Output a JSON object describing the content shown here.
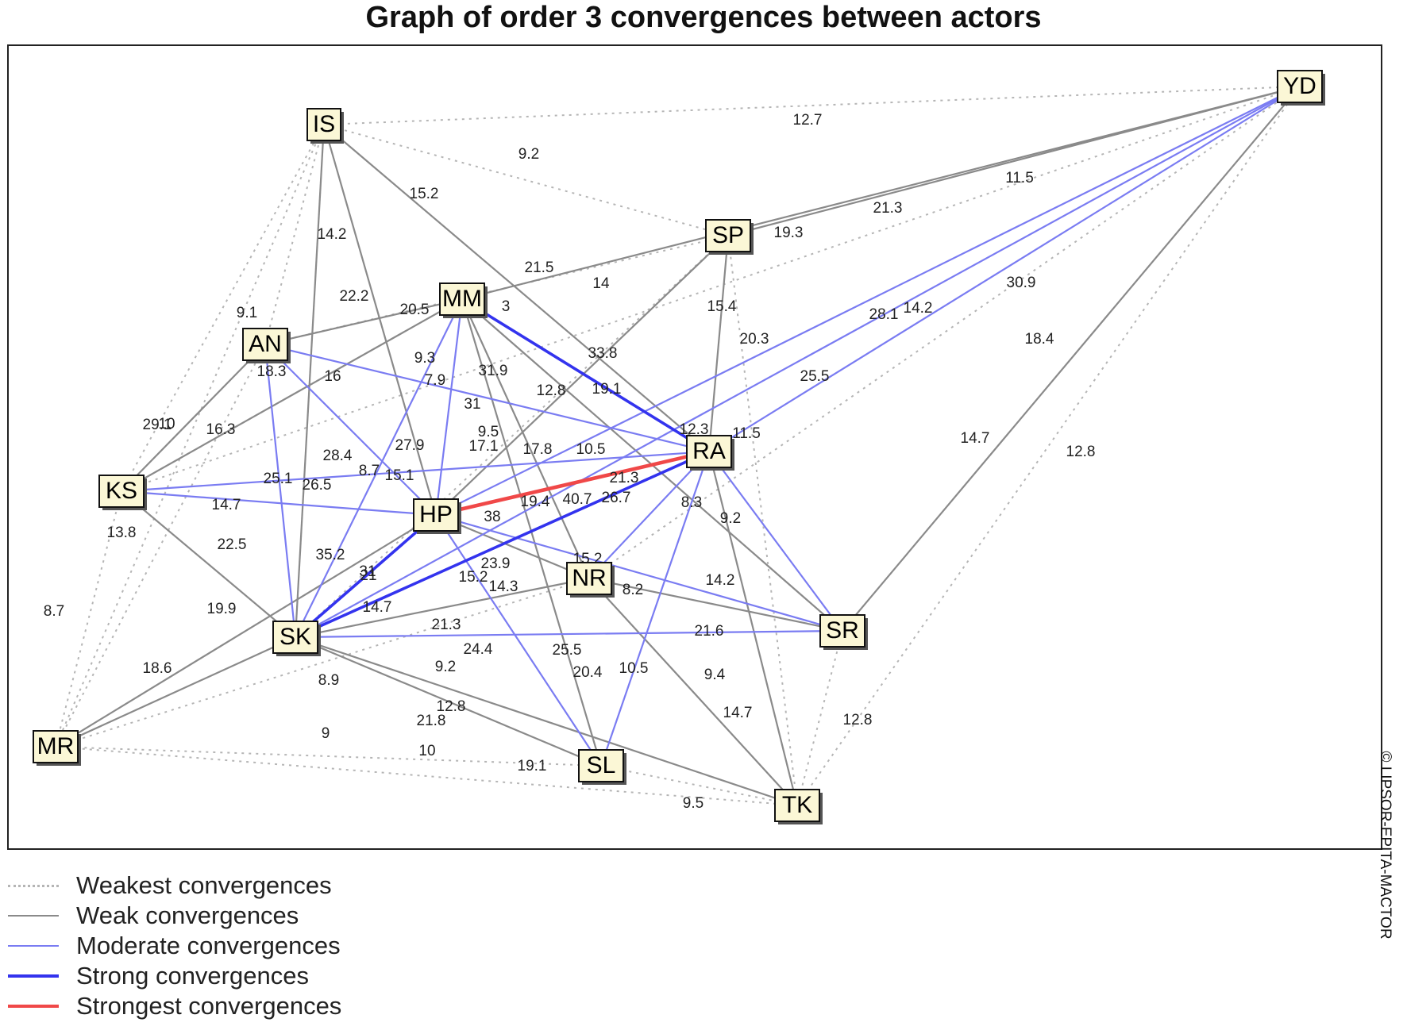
{
  "title": "Graph of order 3 convergences between actors",
  "copyright": "© LIPSOR-EPITA-MACTOR",
  "legend": [
    {
      "label": "Weakest convergences",
      "color": "#b5b5b5",
      "style": "dotted"
    },
    {
      "label": "Weak convergences",
      "color": "#8a8a8a",
      "style": "solid"
    },
    {
      "label": "Moderate convergences",
      "color": "#7a7cf2",
      "style": "solid"
    },
    {
      "label": "Strong convergences",
      "color": "#3333ee",
      "style": "solid"
    },
    {
      "label": "Strongest convergences",
      "color": "#f04848",
      "style": "solid"
    }
  ],
  "nodes": [
    "YD",
    "IS",
    "SP",
    "MM",
    "AN",
    "RA",
    "KS",
    "HP",
    "NR",
    "SR",
    "SK",
    "MR",
    "SL",
    "TK"
  ],
  "edges": [
    {
      "a": "YD",
      "b": "MM",
      "level": "weak"
    },
    {
      "a": "YD",
      "b": "SP",
      "level": "weak"
    },
    {
      "a": "YD",
      "b": "RA",
      "level": "moderate"
    },
    {
      "a": "YD",
      "b": "HP",
      "level": "moderate"
    },
    {
      "a": "YD",
      "b": "SK",
      "level": "moderate"
    },
    {
      "a": "YD",
      "b": "SR",
      "level": "weak"
    },
    {
      "a": "YD",
      "b": "IS",
      "level": "weakest"
    },
    {
      "a": "YD",
      "b": "KS",
      "level": "weakest"
    },
    {
      "a": "YD",
      "b": "TK",
      "level": "weakest"
    },
    {
      "a": "YD",
      "b": "NR",
      "level": "weakest"
    },
    {
      "a": "IS",
      "b": "SK",
      "level": "weak"
    },
    {
      "a": "IS",
      "b": "HP",
      "level": "weak"
    },
    {
      "a": "IS",
      "b": "RA",
      "level": "weak"
    },
    {
      "a": "IS",
      "b": "SP",
      "level": "weakest"
    },
    {
      "a": "IS",
      "b": "KS",
      "level": "weakest"
    },
    {
      "a": "IS",
      "b": "AN",
      "level": "weakest"
    },
    {
      "a": "IS",
      "b": "MR",
      "level": "weakest"
    },
    {
      "a": "SP",
      "b": "RA",
      "level": "weak"
    },
    {
      "a": "SP",
      "b": "HP",
      "level": "weak"
    },
    {
      "a": "SP",
      "b": "SK",
      "level": "weakest"
    },
    {
      "a": "SP",
      "b": "AN",
      "level": "weakest"
    },
    {
      "a": "SP",
      "b": "TK",
      "level": "weakest"
    },
    {
      "a": "MM",
      "b": "AN",
      "level": "weak"
    },
    {
      "a": "MM",
      "b": "RA",
      "level": "strong"
    },
    {
      "a": "MM",
      "b": "SK",
      "level": "moderate"
    },
    {
      "a": "MM",
      "b": "HP",
      "level": "moderate"
    },
    {
      "a": "MM",
      "b": "SL",
      "level": "weak"
    },
    {
      "a": "MM",
      "b": "NR",
      "level": "weak"
    },
    {
      "a": "MM",
      "b": "SR",
      "level": "weak"
    },
    {
      "a": "MM",
      "b": "KS",
      "level": "weakest"
    },
    {
      "a": "AN",
      "b": "RA",
      "level": "moderate"
    },
    {
      "a": "AN",
      "b": "SK",
      "level": "moderate"
    },
    {
      "a": "AN",
      "b": "KS",
      "level": "weak"
    },
    {
      "a": "AN",
      "b": "HP",
      "level": "moderate"
    },
    {
      "a": "AN",
      "b": "MR",
      "level": "weakest"
    },
    {
      "a": "KS",
      "b": "HP",
      "level": "moderate"
    },
    {
      "a": "KS",
      "b": "RA",
      "level": "moderate"
    },
    {
      "a": "KS",
      "b": "MM",
      "level": "weak"
    },
    {
      "a": "KS",
      "b": "SK",
      "level": "weak"
    },
    {
      "a": "KS",
      "b": "MR",
      "level": "weakest"
    },
    {
      "a": "HP",
      "b": "RA",
      "level": "strongest"
    },
    {
      "a": "HP",
      "b": "SK",
      "level": "strong"
    },
    {
      "a": "HP",
      "b": "NR",
      "level": "weak"
    },
    {
      "a": "HP",
      "b": "SR",
      "level": "moderate"
    },
    {
      "a": "HP",
      "b": "SL",
      "level": "moderate"
    },
    {
      "a": "HP",
      "b": "MR",
      "level": "weak"
    },
    {
      "a": "RA",
      "b": "SK",
      "level": "strong"
    },
    {
      "a": "RA",
      "b": "SR",
      "level": "moderate"
    },
    {
      "a": "RA",
      "b": "TK",
      "level": "weak"
    },
    {
      "a": "RA",
      "b": "SL",
      "level": "moderate"
    },
    {
      "a": "RA",
      "b": "NR",
      "level": "moderate"
    },
    {
      "a": "SK",
      "b": "SR",
      "level": "moderate"
    },
    {
      "a": "SK",
      "b": "MR",
      "level": "weak"
    },
    {
      "a": "SK",
      "b": "SL",
      "level": "weak"
    },
    {
      "a": "SK",
      "b": "TK",
      "level": "weak"
    },
    {
      "a": "SK",
      "b": "NR",
      "level": "weak"
    },
    {
      "a": "SR",
      "b": "TK",
      "level": "weakest"
    },
    {
      "a": "SR",
      "b": "NR",
      "level": "weak"
    },
    {
      "a": "SL",
      "b": "TK",
      "level": "weakest"
    },
    {
      "a": "SL",
      "b": "MR",
      "level": "weakest"
    },
    {
      "a": "TK",
      "b": "MR",
      "level": "weakest"
    },
    {
      "a": "MR",
      "b": "NR",
      "level": "weakest"
    },
    {
      "a": "TK",
      "b": "NR",
      "level": "weak"
    }
  ],
  "edge_labels": [
    "12.7",
    "9.2",
    "11.5",
    "21.3",
    "15.2",
    "19.3",
    "14.2",
    "21.5",
    "14",
    "22.2",
    "20.5",
    "3",
    "30.9",
    "9.1",
    "15.4",
    "28.1",
    "14.2",
    "20.3",
    "18.4",
    "18.3",
    "16",
    "9.3",
    "7.9",
    "33.8",
    "31.9",
    "12.8",
    "19.1",
    "29.1",
    "31",
    "25.5",
    "10",
    "16.3",
    "9.5",
    "17.1",
    "17.8",
    "10.5",
    "12.3",
    "11.5",
    "14.7",
    "12.8",
    "28.4",
    "8.7",
    "27.9",
    "15.1",
    "25.1",
    "26.5",
    "21.3",
    "19.4",
    "40.7",
    "26.7",
    "8.3",
    "14.7",
    "38",
    "13.8",
    "22.5",
    "9.2",
    "35.2",
    "31",
    "15.2",
    "23.9",
    "21",
    "14.2",
    "8.7",
    "19.9",
    "15.2",
    "14.3",
    "8.2",
    "14.7",
    "21.3",
    "21.6",
    "18.6",
    "24.4",
    "25.5",
    "9.2",
    "20.4",
    "10.5",
    "9.4",
    "8.9",
    "12.8",
    "14.7",
    "12.8",
    "9",
    "21.8",
    "10",
    "19.1",
    "9.5"
  ]
}
